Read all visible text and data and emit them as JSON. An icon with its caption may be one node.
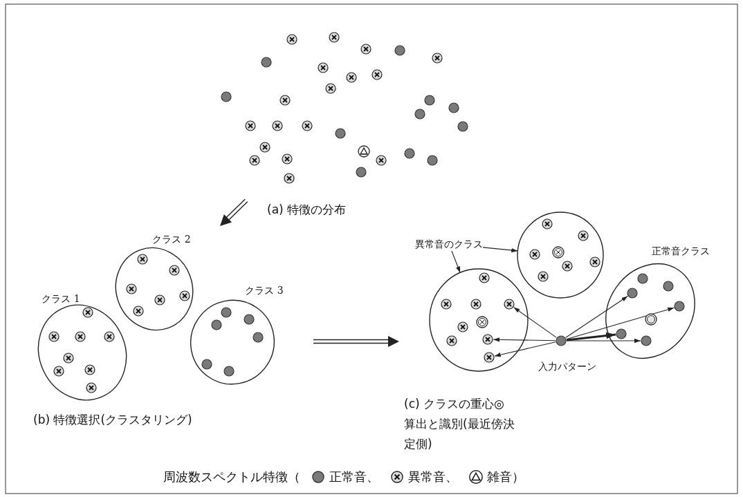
{
  "diagram": {
    "nodes": [
      {
        "text": [
          "クラス 1"
        ]
      },
      {
        "text": [
          "クラス 2"
        ]
      },
      {
        "text": [
          "クラス 3"
        ]
      },
      {
        "text": [
          "異常音のクラス"
        ]
      },
      {
        "text": [],
        "shape": "circle"
      },
      {
        "text": [],
        "shape": "circle"
      },
      {
        "text": [
          "正常音クラス"
        ]
      },
      {
        "text": [
          "入力パターン"
        ]
      },
      {
        "text": [],
        "shape": "circle",
        "in": 5
      },
      {
        "text": [],
        "shape": "circle",
        "in": 5
      },
      {
        "text": [],
        "shape": "circle",
        "in": 5
      },
      {
        "text": [],
        "shape": "circle",
        "in": 6
      },
      {
        "text": [],
        "shape": "circle",
        "in": 6
      },
      {
        "text": [],
        "shape": "circle",
        "in": 6
      },
      {
        "text": [],
        "shape": "circle",
        "in": 6
      },
      {
        "text": [],
        "shape": "circle"
      },
      {
        "text": [],
        "shape": "circle"
      },
      {
        "text": [],
        "shape": "circle"
      },
      {
        "text": [],
        "shape": "circle"
      },
      {
        "text": [],
        "shape": "circle"
      },
      {
        "text": [],
        "shape": "circle"
      },
      {
        "text": [],
        "shape": "circle"
      },
      {
        "text": [],
        "shape": "circle"
      },
      {
        "text": [],
        "shape": "circle"
      },
      {
        "text": [],
        "shape": "circle"
      },
      {
        "text": [],
        "shape": "circle"
      },
      {
        "text": [],
        "shape": "circle"
      },
      {
        "text": [],
        "shape": "circle"
      },
      {
        "text": [],
        "shape": "circle"
      },
      {
        "text": [],
        "shape": "circle"
      },
      {
        "text": [],
        "shape": "circle"
      },
      {
        "text": [],
        "shape": "circle"
      },
      {
        "text": [],
        "shape": "circle"
      },
      {
        "text": [],
        "shape": "circle"
      },
      {
        "text": [],
        "shape": "circle"
      },
      {
        "text": [],
        "shape": "circle"
      },
      {
        "text": [],
        "shape": "circle"
      },
      {
        "text": [],
        "shape": "circle"
      },
      {
        "text": [],
        "shape": "circle"
      },
      {
        "text": [],
        "shape": "circle"
      },
      {
        "text": [],
        "shape": "circle"
      },
      {
        "text": [],
        "shape": "circle"
      },
      {
        "text": [],
        "shape": "circle"
      },
      {
        "text": [],
        "shape": "circle"
      },
      {
        "text": [],
        "shape": "circle",
        "in": 0
      },
      {
        "text": [],
        "shape": "circle",
        "in": 0
      },
      {
        "text": [],
        "shape": "circle",
        "in": 0
      },
      {
        "text": [],
        "shape": "circle",
        "in": 0
      },
      {
        "text": [],
        "shape": "circle",
        "in": 0
      },
      {
        "text": [],
        "shape": "circle",
        "in": 0
      },
      {
        "text": [],
        "shape": "circle",
        "in": 0
      },
      {
        "text": [],
        "shape": "circle",
        "in": 0
      },
      {
        "text": [],
        "shape": "circle",
        "in": 1
      },
      {
        "text": [],
        "shape": "circle",
        "in": 1
      },
      {
        "text": [],
        "shape": "circle",
        "in": 1
      },
      {
        "text": [],
        "shape": "circle",
        "in": 1
      },
      {
        "text": [],
        "shape": "circle",
        "in": 1
      },
      {
        "text": [],
        "shape": "circle",
        "in": 1
      },
      {
        "text": [],
        "shape": "circle",
        "in": 2
      },
      {
        "text": [],
        "shape": "circle",
        "in": 2
      },
      {
        "text": [],
        "shape": "circle",
        "in": 2
      },
      {
        "text": [],
        "shape": "circle",
        "in": 2
      },
      {
        "text": [],
        "shape": "circle",
        "in": 2
      },
      {
        "text": [],
        "shape": "circle",
        "in": 2
      },
      {
        "text": [],
        "shape": "circle",
        "in": 4
      },
      {
        "text": [],
        "shape": "circle",
        "in": 4
      },
      {
        "text": [],
        "shape": "circle",
        "in": 4
      },
      {
        "text": [],
        "shape": "circle",
        "in": 4
      },
      {
        "text": [],
        "shape": "circle",
        "in": 4
      },
      {
        "text": [],
        "shape": "circle",
        "in": 4
      },
      {
        "text": [],
        "shape": "circle",
        "in": 4
      },
      {
        "text": [],
        "shape": "circle",
        "in": 5
      },
      {
        "text": [],
        "shape": "circle",
        "in": 5
      },
      {
        "text": [],
        "shape": "circle",
        "in": 5
      },
      {
        "text": [],
        "shape": "circle",
        "in": 5
      },
      {
        "text": [],
        "shape": "circle",
        "in": 5
      },
      {
        "text": [],
        "shape": "circle",
        "in": 5
      },
      {
        "text": [],
        "shape": "circle",
        "in": 6
      },
      {
        "text": [],
        "shape": "circle",
        "in": 6
      },
      {
        "text": [],
        "shape": "circle",
        "in": 6
      }
    ],
    "edges": [
      {
        "from": 3,
        "to": 4,
        "arrow": "to"
      },
      {
        "from": 3,
        "to": 5,
        "arrow": "to"
      },
      {
        "from": 7,
        "to": 8,
        "arrow": "to"
      },
      {
        "from": 7,
        "to": 9,
        "arrow": "to"
      },
      {
        "from": 7,
        "to": 10,
        "arrow": "to"
      },
      {
        "from": 7,
        "to": 11,
        "arrow": "to"
      },
      {
        "from": 7,
        "to": 12,
        "arrow": "to"
      },
      {
        "from": 7,
        "to": 13,
        "arrow": "to",
        "style": "thick"
      },
      {
        "from": 7,
        "to": 14,
        "arrow": "to"
      }
    ],
    "labels": [
      "(a) 特徴の分布",
      "(b) 特徴選択(クラスタリング)",
      "(c) クラスの重心◎ 算出と識別(最近傍決定側)",
      "周波数スペクトル特徴（"
    ],
    "legend": [
      {
        "text": "正常音、"
      },
      {
        "text": "異常音、"
      },
      {
        "text": "雑音）"
      }
    ]
  }
}
